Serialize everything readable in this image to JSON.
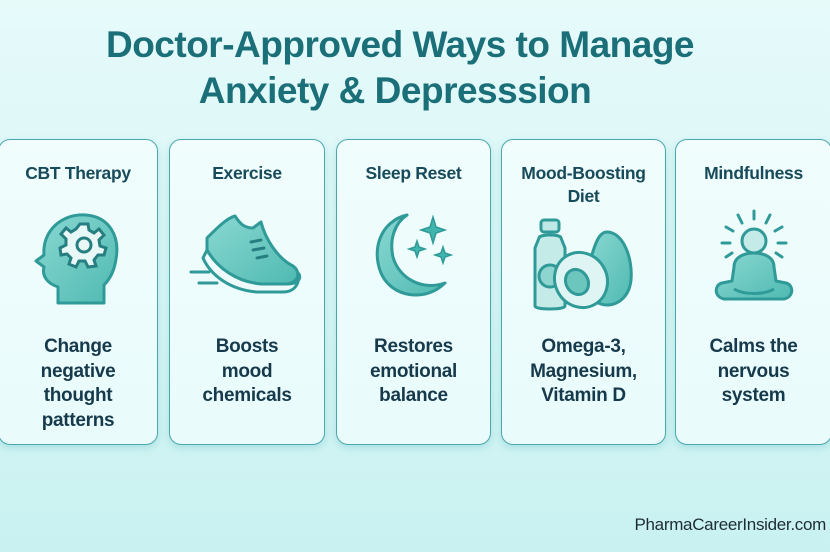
{
  "header": {
    "title_line1": "Doctor-Approved Ways to Manage",
    "title_line2": "Anxiety & Depresssion"
  },
  "cards": [
    {
      "title": "CBT Therapy",
      "icon": "head-gear-icon",
      "desc": [
        "Change",
        "negative",
        "thought",
        "patterns"
      ]
    },
    {
      "title": "Exercise",
      "icon": "running-shoe-icon",
      "desc": [
        "Boosts",
        "mood",
        "chemicals"
      ]
    },
    {
      "title": "Sleep Reset",
      "icon": "moon-stars-icon",
      "desc": [
        "Restores",
        "emotional",
        "balance"
      ]
    },
    {
      "title_lines": [
        "Mood-Boosting",
        "Diet"
      ],
      "icon": "bottle-avocado-icon",
      "desc": [
        "Omega-3,",
        "Magnesium,",
        "Vitamin D"
      ]
    },
    {
      "title": "Mindfulness",
      "icon": "meditation-icon",
      "desc": [
        "Calms the",
        "nervous",
        "system"
      ]
    }
  ],
  "footer": {
    "source": "PharmaCareerInsider.com"
  },
  "colors": {
    "title": "#1a6f78",
    "text": "#163a4c",
    "accent": "#3fb5ae",
    "border": "#4aa7ad"
  }
}
